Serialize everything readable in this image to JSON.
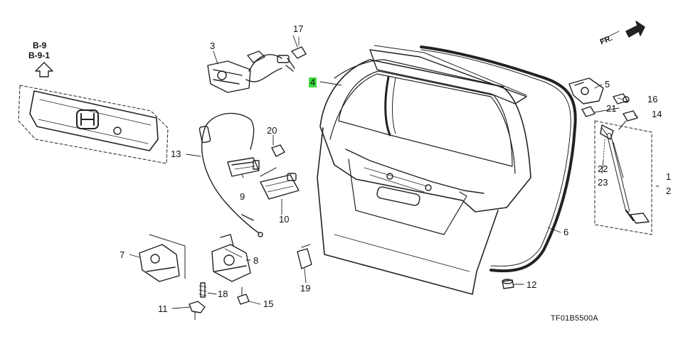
{
  "diagram": {
    "reference_labels": [
      "B-9",
      "B-9-1"
    ],
    "direction_label": "FR.",
    "diagram_code": "TF01B5500A",
    "part_callouts": [
      {
        "id": "p1",
        "label": "1"
      },
      {
        "id": "p2",
        "label": "2"
      },
      {
        "id": "p3",
        "label": "3"
      },
      {
        "id": "p4",
        "label": "4",
        "highlighted": true
      },
      {
        "id": "p5",
        "label": "5"
      },
      {
        "id": "p6",
        "label": "6"
      },
      {
        "id": "p7",
        "label": "7"
      },
      {
        "id": "p8",
        "label": "8"
      },
      {
        "id": "p9",
        "label": "9"
      },
      {
        "id": "p10",
        "label": "10"
      },
      {
        "id": "p11",
        "label": "11"
      },
      {
        "id": "p12",
        "label": "12"
      },
      {
        "id": "p13",
        "label": "13"
      },
      {
        "id": "p14",
        "label": "14"
      },
      {
        "id": "p15",
        "label": "15"
      },
      {
        "id": "p16",
        "label": "16"
      },
      {
        "id": "p17",
        "label": "17"
      },
      {
        "id": "p18",
        "label": "18"
      },
      {
        "id": "p19",
        "label": "19"
      },
      {
        "id": "p20",
        "label": "20"
      },
      {
        "id": "p21",
        "label": "21"
      },
      {
        "id": "p22",
        "label": "22"
      },
      {
        "id": "p23",
        "label": "23"
      }
    ],
    "colors": {
      "line": "#222222",
      "highlight": "#3cdc3c",
      "background": "#ffffff"
    }
  }
}
